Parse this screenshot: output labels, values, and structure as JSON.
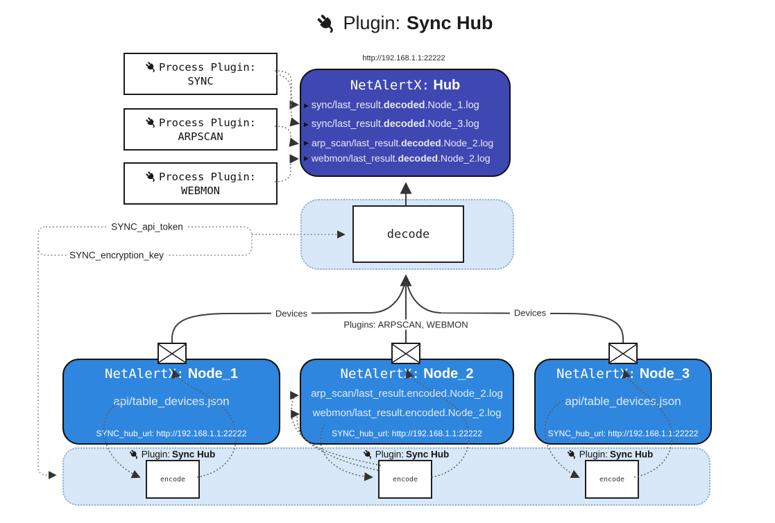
{
  "title": {
    "label": "Plugin:",
    "name": "Sync Hub"
  },
  "process_plugins": [
    {
      "label": "Process Plugin:",
      "name": "SYNC"
    },
    {
      "label": "Process Plugin:",
      "name": "ARPSCAN"
    },
    {
      "label": "Process Plugin:",
      "name": "WEBMON"
    }
  ],
  "hub": {
    "url": "http://192.168.1.1:22222",
    "title_prefix": "NetAlertX:",
    "title_name": "Hub",
    "logs": [
      {
        "pre": "sync/last_result.",
        "bold": "decoded",
        "post": ".Node_1.log"
      },
      {
        "pre": "sync/last_result.",
        "bold": "decoded",
        "post": ".Node_3.log"
      },
      {
        "pre": "arp_scan/last_result.",
        "bold": "decoded",
        "post": ".Node_2.log"
      },
      {
        "pre": "webmon/last_result.",
        "bold": "decoded",
        "post": ".Node_2.log"
      }
    ]
  },
  "decode": {
    "label": "decode"
  },
  "secrets": {
    "api_token": "SYNC_api_token",
    "encryption_key": "SYNC_encryption_key"
  },
  "edge_labels": {
    "devices_left": "Devices",
    "devices_right": "Devices",
    "plugins": "Plugins: ARPSCAN, WEBMON"
  },
  "nodes": [
    {
      "title_prefix": "NetAlertX:",
      "title_name": "Node_1",
      "lines": [
        "api/table_devices.json"
      ],
      "footer": "SYNC_hub_url: http://192.168.1.1:22222"
    },
    {
      "title_prefix": "NetAlertX:",
      "title_name": "Node_2",
      "lines": [
        "arp_scan/last_result.encoded.Node_2.log",
        "webmon/last_result.encoded.Node_2.log"
      ],
      "footer": "SYNC_hub_url: http://192.168.1.1:22222"
    },
    {
      "title_prefix": "NetAlertX:",
      "title_name": "Node_3",
      "lines": [
        "api/table_devices.json"
      ],
      "footer": "SYNC_hub_url: http://192.168.1.1:22222"
    }
  ],
  "encode_plugins": [
    {
      "label": "Plugin:",
      "name": "Sync Hub",
      "box_label": "encode"
    },
    {
      "label": "Plugin:",
      "name": "Sync Hub",
      "box_label": "encode"
    },
    {
      "label": "Plugin:",
      "name": "Sync Hub",
      "box_label": "encode"
    }
  ],
  "colors": {
    "hub_bg": "#3f47b2",
    "node_bg": "#2e86de",
    "panel_bg": "#d8e8f8",
    "panel_border": "#8fb0d2",
    "line": "#3d3d3d"
  }
}
